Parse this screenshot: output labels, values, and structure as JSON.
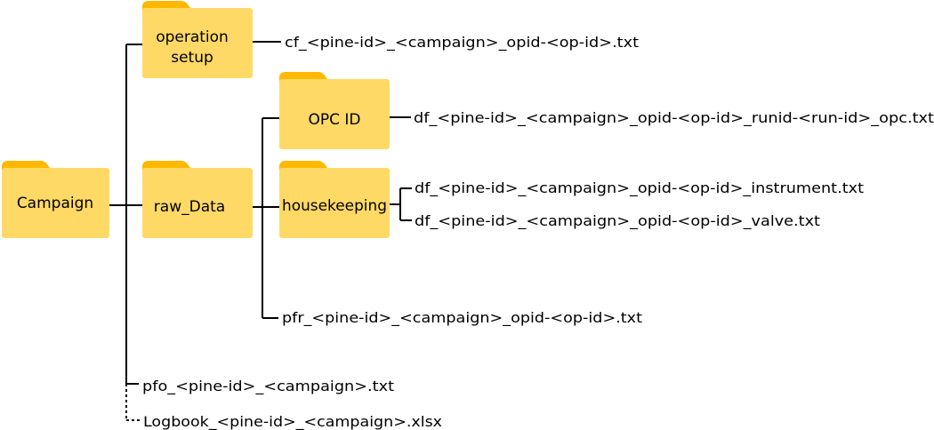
{
  "folders": {
    "campaign": "Campaign",
    "operation_setup": [
      "operation",
      "setup"
    ],
    "raw_data": "raw_Data",
    "opc_id": "OPC ID",
    "housekeeping": "housekeeping"
  },
  "files": {
    "cf": "cf_<pine-id>_<campaign>_opid-<op-id>.txt",
    "df_opc": "df_<pine-id>_<campaign>_opid-<op-id>_runid-<run-id>_opc.txt",
    "df_instrument": "df_<pine-id>_<campaign>_opid-<op-id>_instrument.txt",
    "df_valve": "df_<pine-id>_<campaign>_opid-<op-id>_valve.txt",
    "pfr": "pfr_<pine-id>_<campaign>_opid-<op-id>.txt",
    "pfo": "pfo_<pine-id>_<campaign>.txt",
    "logbook": "Logbook_<pine-id>_<campaign>.xlsx"
  },
  "colors": {
    "folder_body": "#FFD966",
    "folder_tab": "#FFB800",
    "line": "#000000"
  },
  "icons": [
    "folder-icon"
  ]
}
